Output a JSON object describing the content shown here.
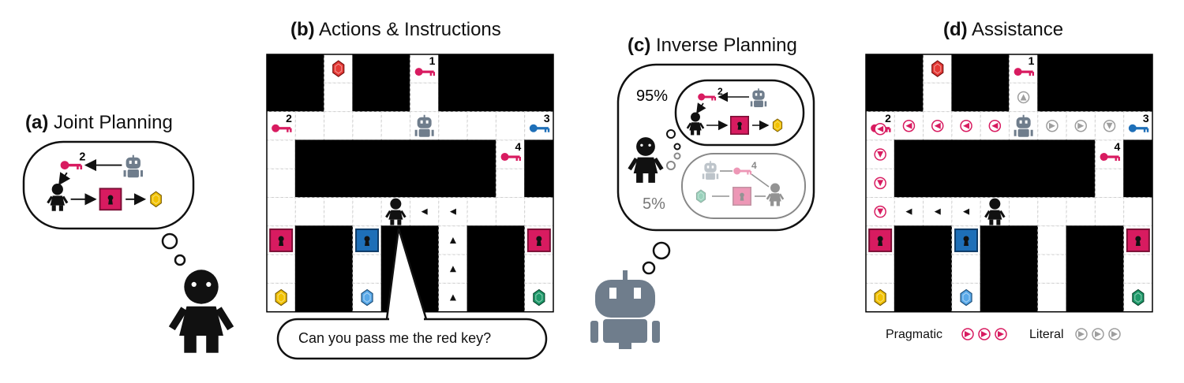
{
  "panels": {
    "a": {
      "letter": "(a)",
      "title": "Joint Planning"
    },
    "b": {
      "letter": "(b)",
      "title": "Actions & Instructions"
    },
    "c": {
      "letter": "(c)",
      "title": "Inverse Planning"
    },
    "d": {
      "letter": "(d)",
      "title": "Assistance"
    }
  },
  "key_numbers": [
    "1",
    "2",
    "3",
    "4"
  ],
  "speech": "Can you pass me the red key?",
  "inverse": {
    "high_prob": "95%",
    "low_prob": "5%",
    "goal_key_high": "2",
    "goal_key_low": "4"
  },
  "plan_key": "2",
  "legend": {
    "pragmatic": "Pragmatic",
    "literal": "Literal"
  },
  "colors": {
    "red_key": "#d81b60",
    "blue_key": "#1e6fb8",
    "robot": "#6f7d8c",
    "gem_red": "#e53935",
    "gem_yellow": "#f2c200",
    "gem_blue": "#58a8e8",
    "gem_green": "#1e9a6a",
    "pragmatic": "#d81b60",
    "literal": "#9e9e9e"
  }
}
